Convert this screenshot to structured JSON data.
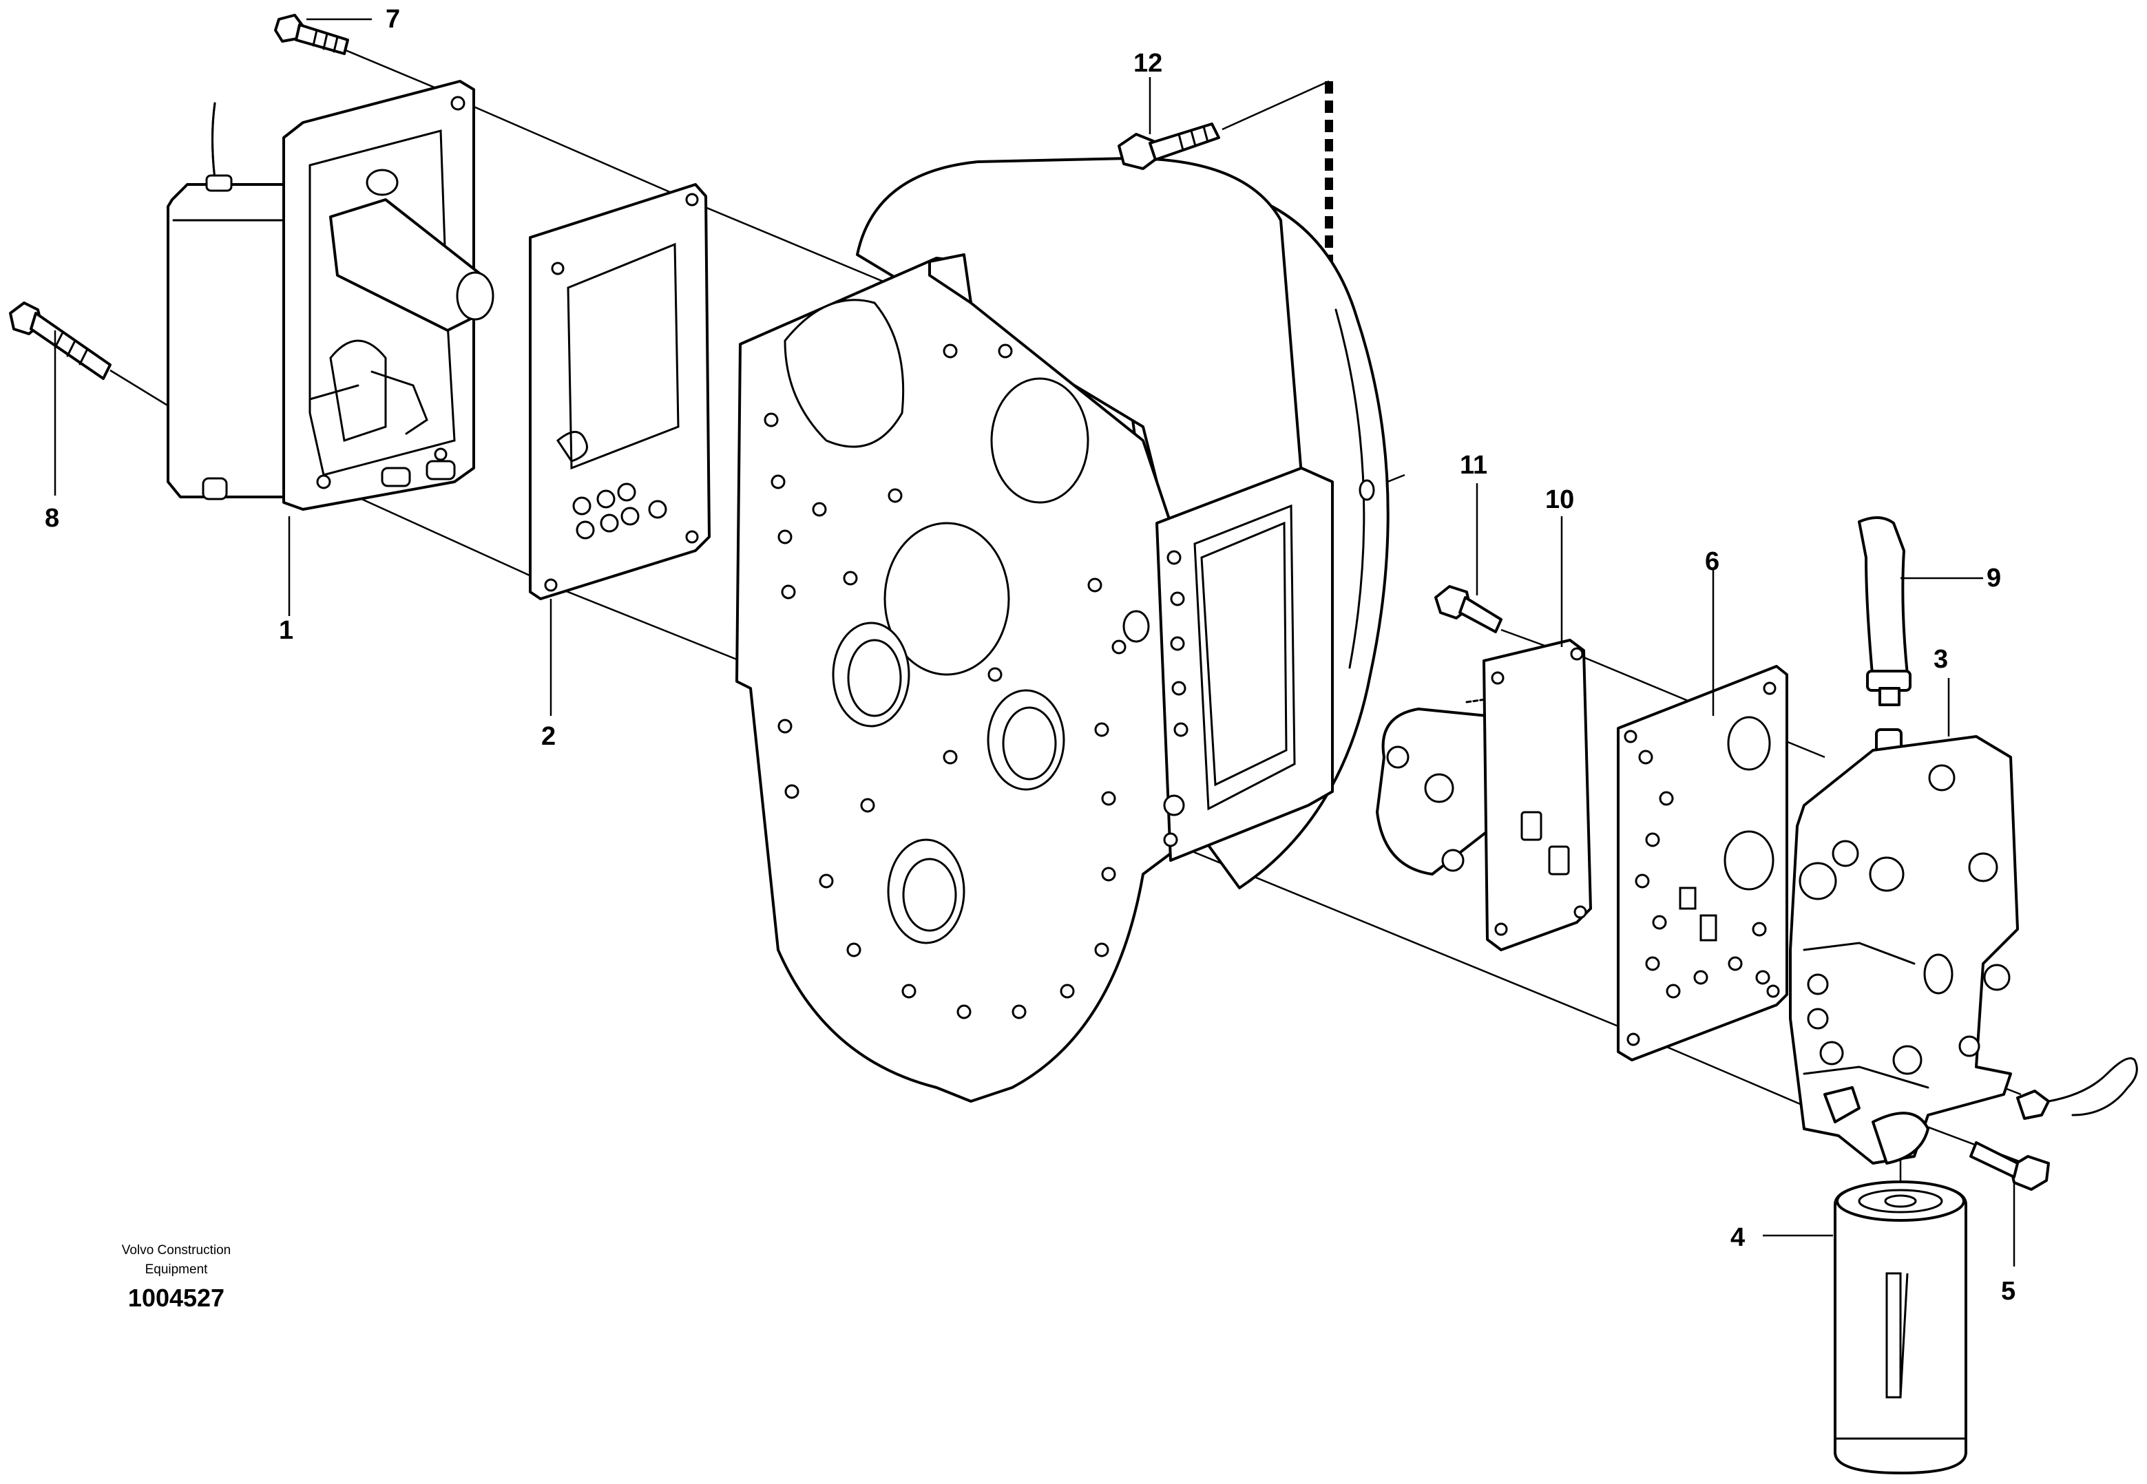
{
  "callouts": {
    "c1": "1",
    "c2": "2",
    "c3": "3",
    "c4": "4",
    "c5": "5",
    "c6": "6",
    "c7": "7",
    "c8": "8",
    "c9": "9",
    "c10": "10",
    "c11": "11",
    "c12": "12"
  },
  "footer": {
    "brand_line1": "Volvo Construction",
    "brand_line2": "Equipment",
    "drawing_number": "1004527"
  },
  "colors": {
    "line": "#000000",
    "background": "#ffffff"
  }
}
